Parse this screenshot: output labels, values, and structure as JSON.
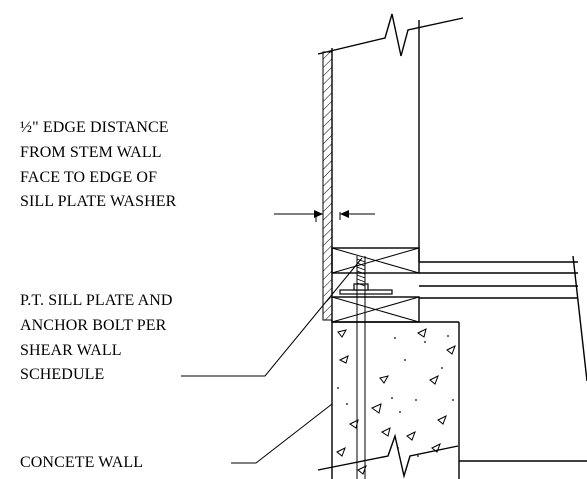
{
  "labels": {
    "edge_line1": "½\" EDGE DISTANCE",
    "edge_line2": "FROM STEM WALL",
    "edge_line3": "FACE TO EDGE OF",
    "edge_line4": "SILL PLATE WASHER",
    "sill_line1": "P.T. SILL PLATE AND",
    "sill_line2": "ANCHOR BOLT PER",
    "sill_line3": "SHEAR WALL",
    "sill_line4": "SCHEDULE",
    "wall_line1": "CONCETE WALL"
  }
}
